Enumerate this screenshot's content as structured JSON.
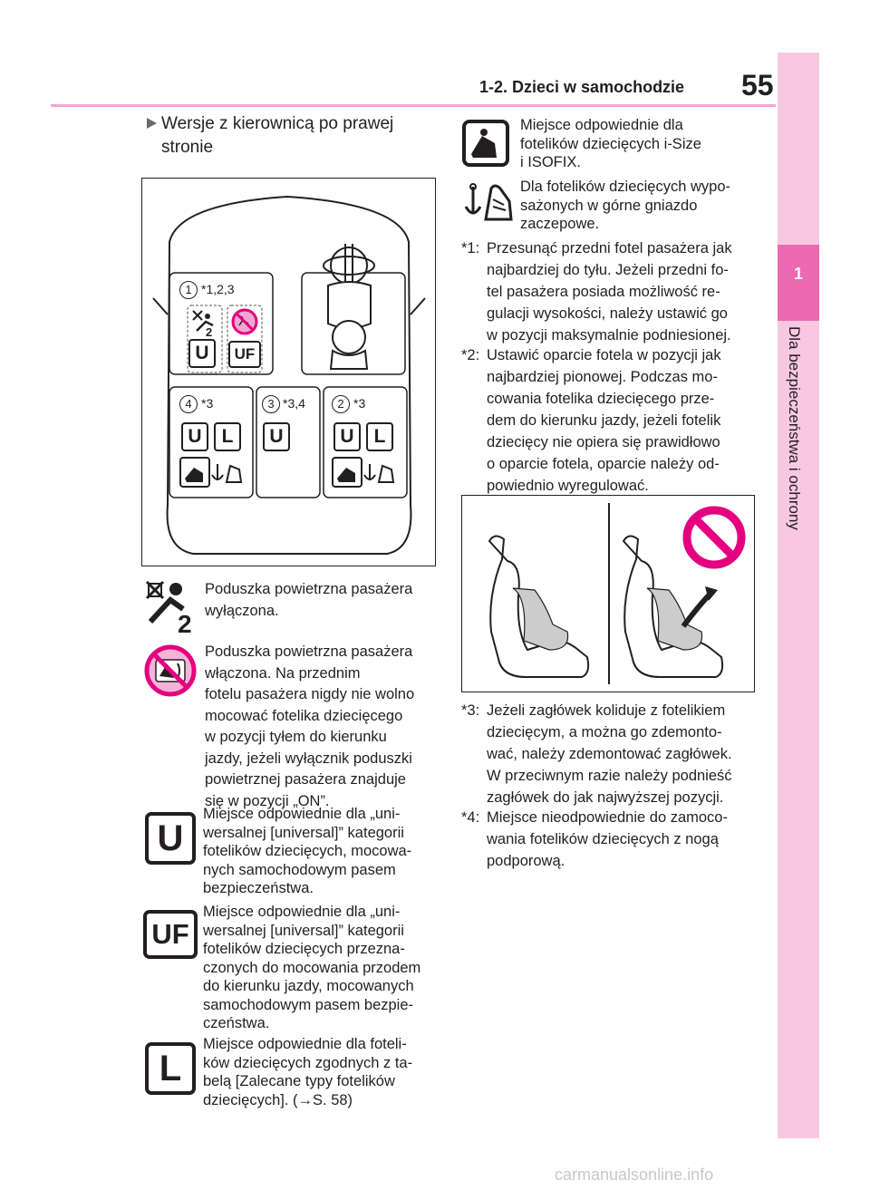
{
  "header": {
    "section": "1-2. Dzieci w samochodzie",
    "page_number": "55"
  },
  "side_tab": {
    "chapter_number": "1",
    "chapter_title": "Dla bezpieczeństwa i ochrony"
  },
  "heading": {
    "line1": "Wersje z kierownicą po prawej",
    "line2": "stronie"
  },
  "diagram": {
    "seat1": "*1,2,3",
    "seat2": "*3",
    "seat3": "*3,4",
    "seat4": "*3",
    "n1": "1",
    "n2": "2",
    "n3": "3",
    "n4": "4",
    "u": "U",
    "uf": "UF",
    "l": "L"
  },
  "legend": [
    {
      "lines": [
        "Poduszka powietrzna pasażera",
        "wyłączona."
      ]
    },
    {
      "lines": [
        "Poduszka powietrzna pasażera",
        "włączona. Na przednim",
        "fotelu pasażera nigdy nie wolno",
        "mocować fotelika dziecięcego",
        "w pozycji tyłem do kierunku",
        "jazdy, jeżeli wyłącznik poduszki",
        "powietrznej pasażera znajduje",
        "się w pozycji „ON”."
      ]
    },
    {
      "lines": [
        "Miejsce odpowiednie dla „uni-",
        "wersalnej [universal]” kategorii",
        "fotelików dziecięcych, mocowa-",
        "nych samochodowym pasem",
        "bezpieczeństwa."
      ]
    },
    {
      "lines": [
        "Miejsce odpowiednie dla „uni-",
        "wersalnej [universal]” kategorii",
        "fotelików dziecięcych przezna-",
        "czonych do mocowania przodem",
        "do kierunku jazdy, mocowanych",
        "samochodowym pasem bezpie-",
        "czeństwa."
      ]
    },
    {
      "lines": [
        "Miejsce odpowiednie dla foteli-",
        "ków dziecięcych zgodnych z ta-",
        "belą [Zalecane typy fotelików",
        "dziecięcych]. (→S. 58)"
      ]
    }
  ],
  "right_legend": [
    {
      "lines": [
        "Miejsce odpowiednie dla",
        "fotelików dziecięcych i-Size",
        "i ISOFIX."
      ]
    },
    {
      "lines": [
        "Dla fotelików dziecięcych wypo-",
        "sażonych w górne gniazdo",
        "zaczepowe."
      ]
    }
  ],
  "footnotes": [
    {
      "mark": "*1:",
      "lines": [
        "Przesunąć przedni fotel pasażera jak",
        "najbardziej do tyłu. Jeżeli przedni fo-",
        "tel pasażera posiada możliwość re-",
        "gulacji wysokości, należy ustawić go",
        "w pozycji maksymalnie podniesionej."
      ]
    },
    {
      "mark": "*2:",
      "lines": [
        "Ustawić oparcie fotela w pozycji jak",
        "najbardziej pionowej. Podczas mo-",
        "cowania fotelika dziecięcego prze-",
        "dem do kierunku jazdy, jeżeli fotelik",
        "dziecięcy nie opiera się prawidłowo",
        "o oparcie fotela, oparcie należy od-",
        "powiednio wyregulować."
      ]
    },
    {
      "mark": "*3:",
      "lines": [
        "Jeżeli zagłówek koliduje z fotelikiem",
        "dziecięcym, a można go zdemonto-",
        "wać, należy zdemontować zagłówek.",
        "W przeciwnym razie należy podnieść",
        "zagłówek do jak najwyższej pozycji."
      ]
    },
    {
      "mark": "*4:",
      "lines": [
        "Miejsce nieodpowiednie do zamoco-",
        "wania fotelików dziecięcych z nogą",
        "podporową."
      ]
    }
  ],
  "watermark": "carmanualsonline.info"
}
